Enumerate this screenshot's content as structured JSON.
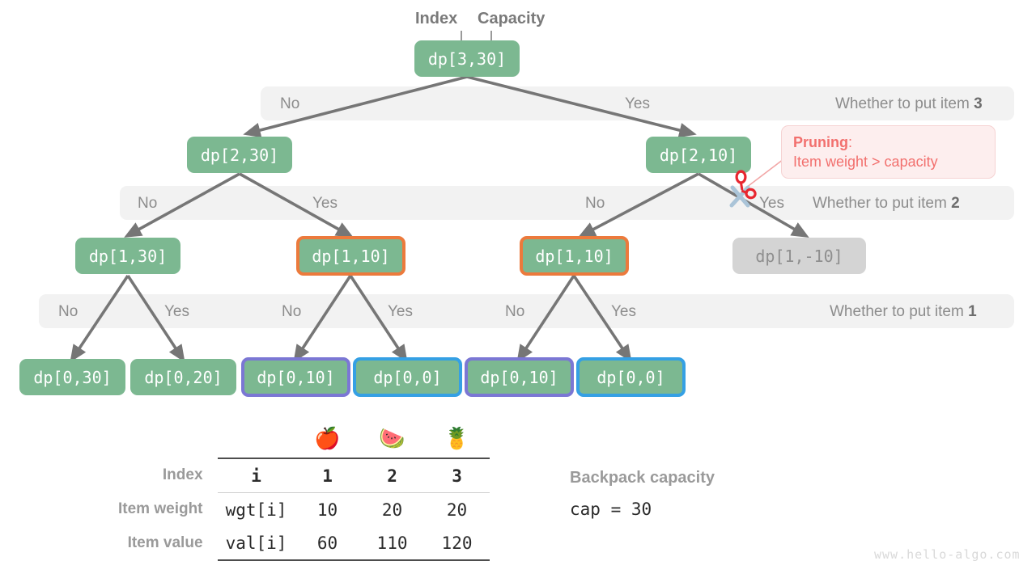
{
  "headers": {
    "index_label": "Index",
    "capacity_label": "Capacity"
  },
  "nodes": {
    "root": "dp[3,30]",
    "l2_left": "dp[2,30]",
    "l2_right": "dp[2,10]",
    "l3_a": "dp[1,30]",
    "l3_b": "dp[1,10]",
    "l3_c": "dp[1,10]",
    "l3_d": "dp[1,-10]",
    "l4_a": "dp[0,30]",
    "l4_b": "dp[0,20]",
    "l4_c": "dp[0,10]",
    "l4_d": "dp[0,0]",
    "l4_e": "dp[0,10]",
    "l4_f": "dp[0,0]"
  },
  "bands": [
    {
      "title_prefix": "Whether to put item ",
      "title_number": "3",
      "labels": [
        "No",
        "Yes"
      ]
    },
    {
      "title_prefix": "Whether to put item ",
      "title_number": "2",
      "labels": [
        "No",
        "Yes",
        "No",
        "Yes"
      ]
    },
    {
      "title_prefix": "Whether to put item ",
      "title_number": "1",
      "labels": [
        "No",
        "Yes",
        "No",
        "Yes",
        "No",
        "Yes"
      ]
    }
  ],
  "callout": {
    "line1": "Pruning",
    "line1_suffix": ":",
    "line2": "Item weight > capacity"
  },
  "icons": {
    "scissors": "scissors-icon",
    "apple": "🍎",
    "watermelon": "🍉",
    "pineapple": "🍍"
  },
  "table": {
    "row_headers": [
      "Index",
      "Item weight",
      "Item value"
    ],
    "first_col": [
      "i",
      "wgt[i]",
      "val[i]"
    ],
    "index_values": [
      "1",
      "2",
      "3"
    ],
    "weight_values": [
      "10",
      "20",
      "20"
    ],
    "value_values": [
      "60",
      "110",
      "120"
    ]
  },
  "capacity": {
    "title": "Backpack capacity",
    "value": "cap = 30"
  },
  "watermark": "www.hello-algo.com",
  "colors": {
    "node_green": "#7cb891",
    "band_grey": "#f2f2f2",
    "muted_grey": "#d4d4d4",
    "orange": "#ec7a3c",
    "purple": "#7b77d4",
    "cyan": "#35a0e4",
    "prune_red": "#f2706e",
    "arrow_grey": "#767676"
  }
}
